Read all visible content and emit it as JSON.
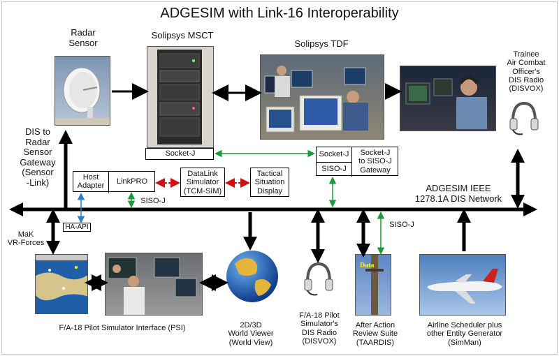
{
  "title": "ADGESIM with Link-16 Interoperability",
  "nodes": {
    "radar": "Radar\nSensor",
    "msct": "Solipsys MSCT",
    "tdf": "Solipsys TDF",
    "trainee": "Trainee\nAir Combat\nOfficer's\nDIS Radio\n(DISVOX)",
    "dis_radar": "DIS to\nRadar\nSensor\nGateway\n(Sensor\n-Link)",
    "socket_j_msct": "Socket-J",
    "socket_j_gw": "Socket-J",
    "siso_j_gw": "SISO-J",
    "gateway": "Socket-J\nto SISO-J\nGateway",
    "host_adapter": "Host\nAdapter",
    "linkpro": "LinkPRO",
    "datalink": "DataLink\nSimulator\n(TCM-SIM)",
    "tactical": "Tactical\nSituation\nDisplay",
    "network": "ADGESIM IEEE\n1278.1A DIS Network",
    "siso_j_1": "SISO-J",
    "siso_j_2": "SISO-J",
    "mak": "MaK\nVR-Forces",
    "ha_api": "HA-API",
    "psi": "F/A-18 Pilot Simulator Interface (PSI)",
    "world": "2D/3D\nWorld Viewer\n(World View)",
    "f18_radio": "F/A-18 Pilot\nSimulator's\nDIS Radio\n(DISVOX)",
    "aar": "After Action\nReview Suite\n(TAARDIS)",
    "airline": "Airline Scheduler plus\nother Entity Generator\n(SimMan)",
    "data_tag": "Data"
  },
  "colors": {
    "network_line": "#000000",
    "green_link": "#1a9a3a",
    "red_link": "#d01010",
    "blue_link": "#2a7fd4"
  }
}
